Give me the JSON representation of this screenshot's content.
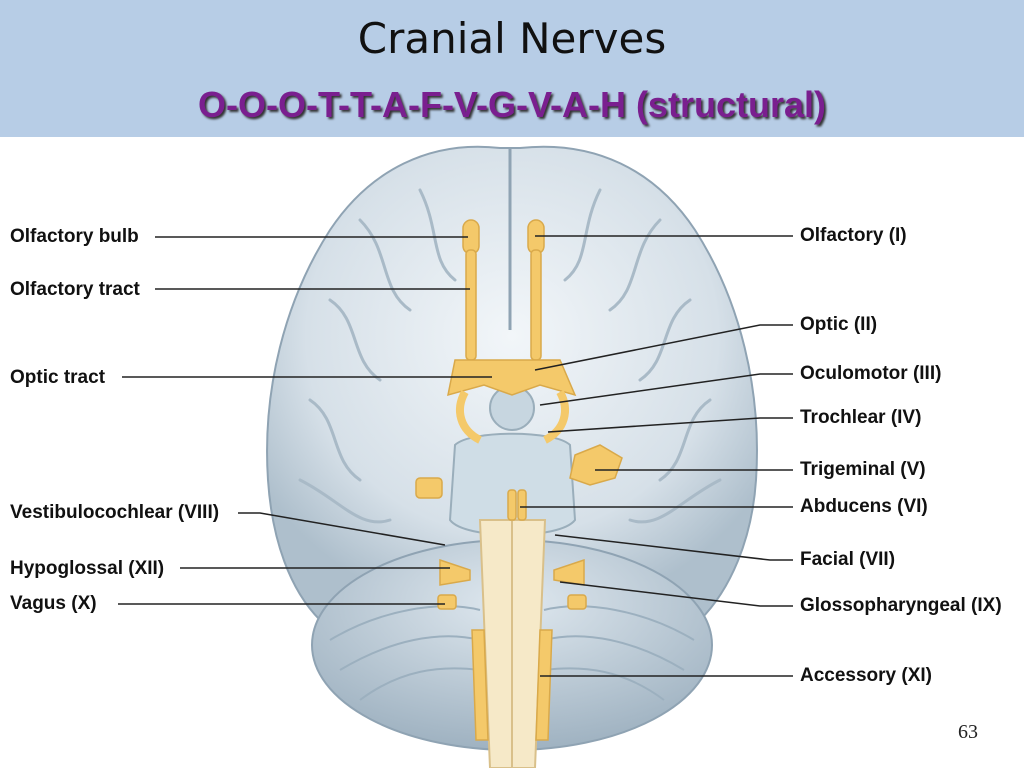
{
  "slide": {
    "title": "Cranial Nerves",
    "subtitle": "O-O-O-T-T-A-F-V-G-V-A-H (structural)",
    "page_number": "63"
  },
  "labels_left": [
    {
      "text": "Olfactory bulb"
    },
    {
      "text": "Olfactory tract"
    },
    {
      "text": "Optic tract"
    },
    {
      "text": "Vestibulocochlear (VIII)"
    },
    {
      "text": "Hypoglossal (XII)"
    },
    {
      "text": "Vagus (X)"
    }
  ],
  "labels_right": [
    {
      "text": "Olfactory (I)"
    },
    {
      "text": "Optic (II)"
    },
    {
      "text": "Oculomotor (III)"
    },
    {
      "text": "Trochlear (IV)"
    },
    {
      "text": "Trigeminal (V)"
    },
    {
      "text": "Abducens (VI)"
    },
    {
      "text": "Facial (VII)"
    },
    {
      "text": "Glossopharyngeal (IX)"
    },
    {
      "text": "Accessory (XI)"
    }
  ],
  "colors": {
    "header_bg": "#b7cde6",
    "subtitle": "#7a1f8f",
    "nerve": "#f4c96a",
    "brain": "#dfe7ee"
  }
}
